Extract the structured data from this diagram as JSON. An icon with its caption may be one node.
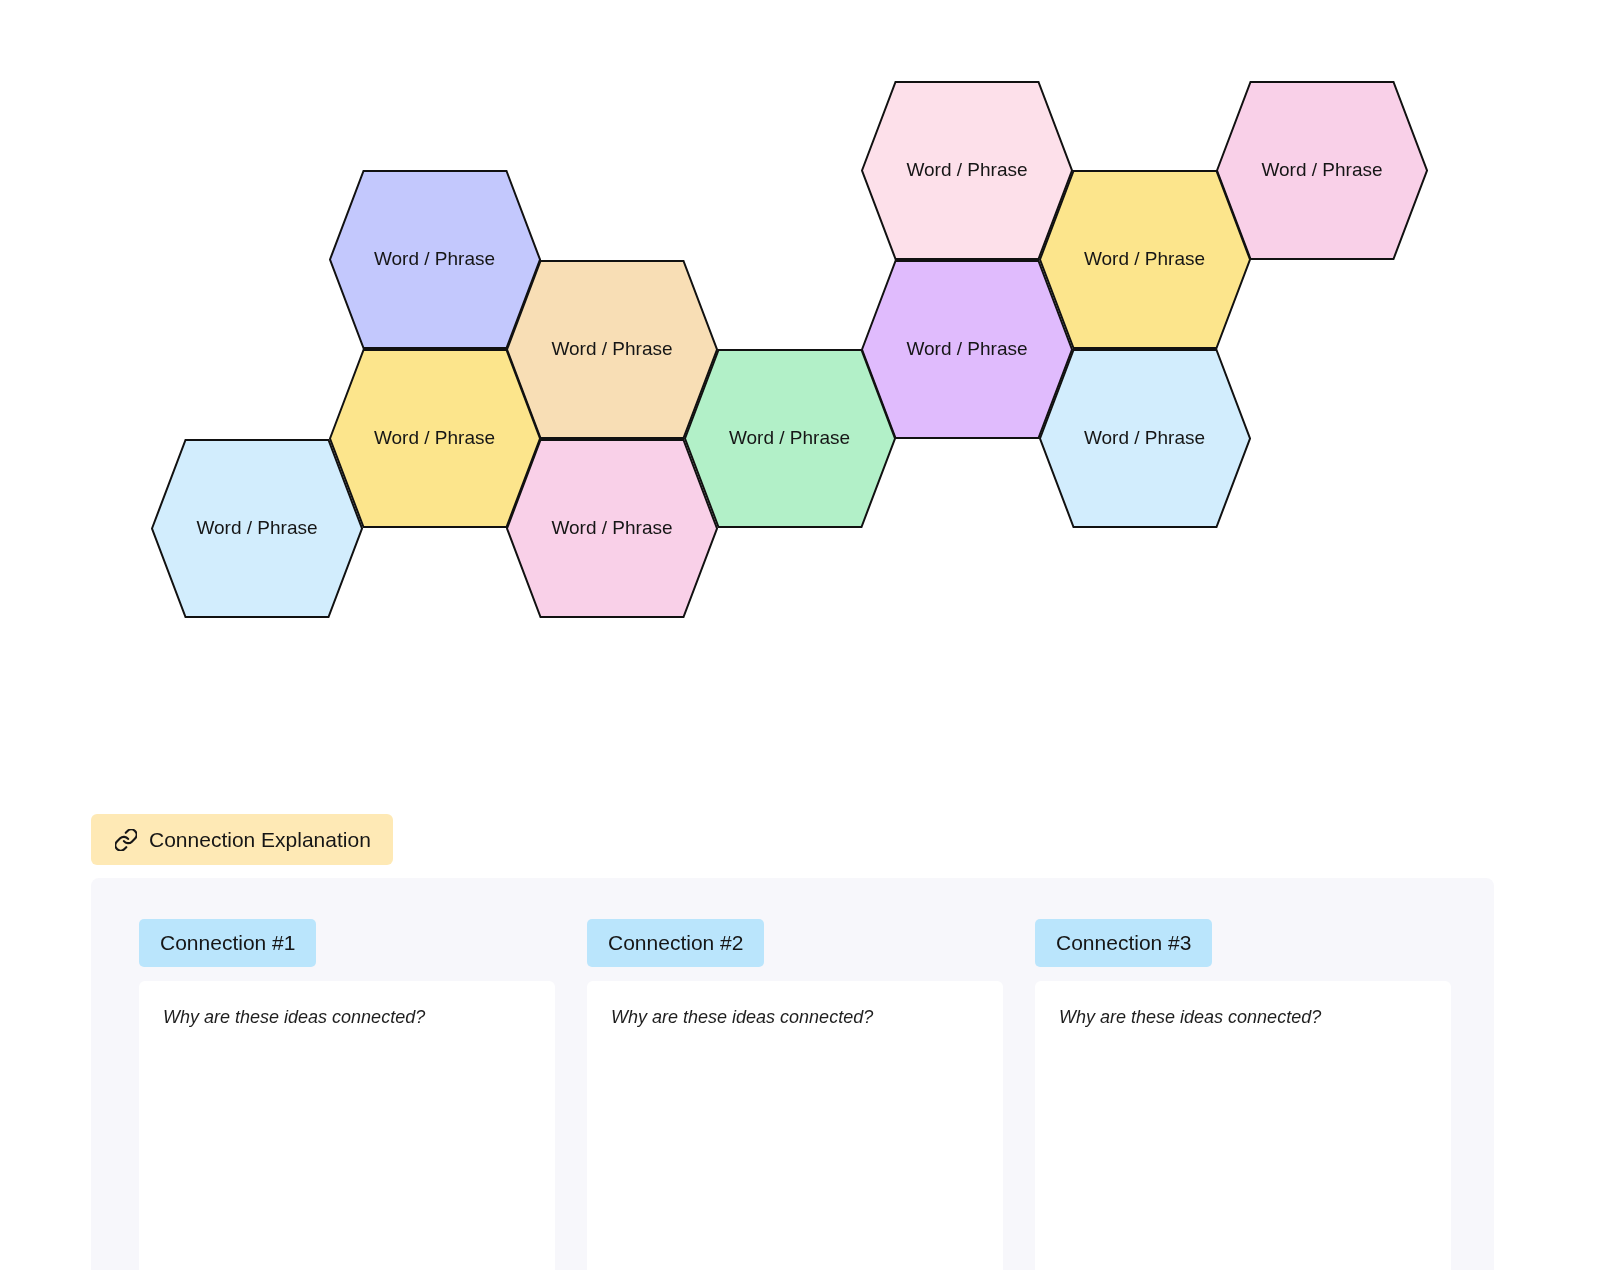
{
  "diagram": {
    "nodes": [
      {
        "text": [
          "Word / Phrase"
        ]
      },
      {
        "text": [
          "Word / Phrase"
        ]
      },
      {
        "text": [
          "Word / Phrase"
        ]
      },
      {
        "text": [
          "Word / Phrase"
        ]
      },
      {
        "text": [
          "Word / Phrase"
        ]
      },
      {
        "text": [
          "Word / Phrase"
        ]
      },
      {
        "text": [
          "Word / Phrase"
        ]
      },
      {
        "text": [
          "Word / Phrase"
        ]
      },
      {
        "text": [
          "Word / Phrase"
        ]
      },
      {
        "text": [
          "Word / Phrase"
        ]
      },
      {
        "text": [
          "Word / Phrase"
        ]
      },
      {
        "text": [
          "Connection Explanation"
        ]
      },
      {
        "text": [],
        "shape": "box"
      },
      {
        "text": [
          "Connection #1"
        ],
        "in": 12
      },
      {
        "text": [
          "Connection #2"
        ],
        "in": 12
      },
      {
        "text": [
          "Connection #3"
        ],
        "in": 12
      },
      {
        "text": [
          "Why are these ideas connected?"
        ],
        "in": 12
      },
      {
        "text": [
          "Why are these ideas connected?"
        ],
        "in": 12
      },
      {
        "text": [
          "Why are these ideas connected?"
        ],
        "in": 12
      }
    ]
  }
}
